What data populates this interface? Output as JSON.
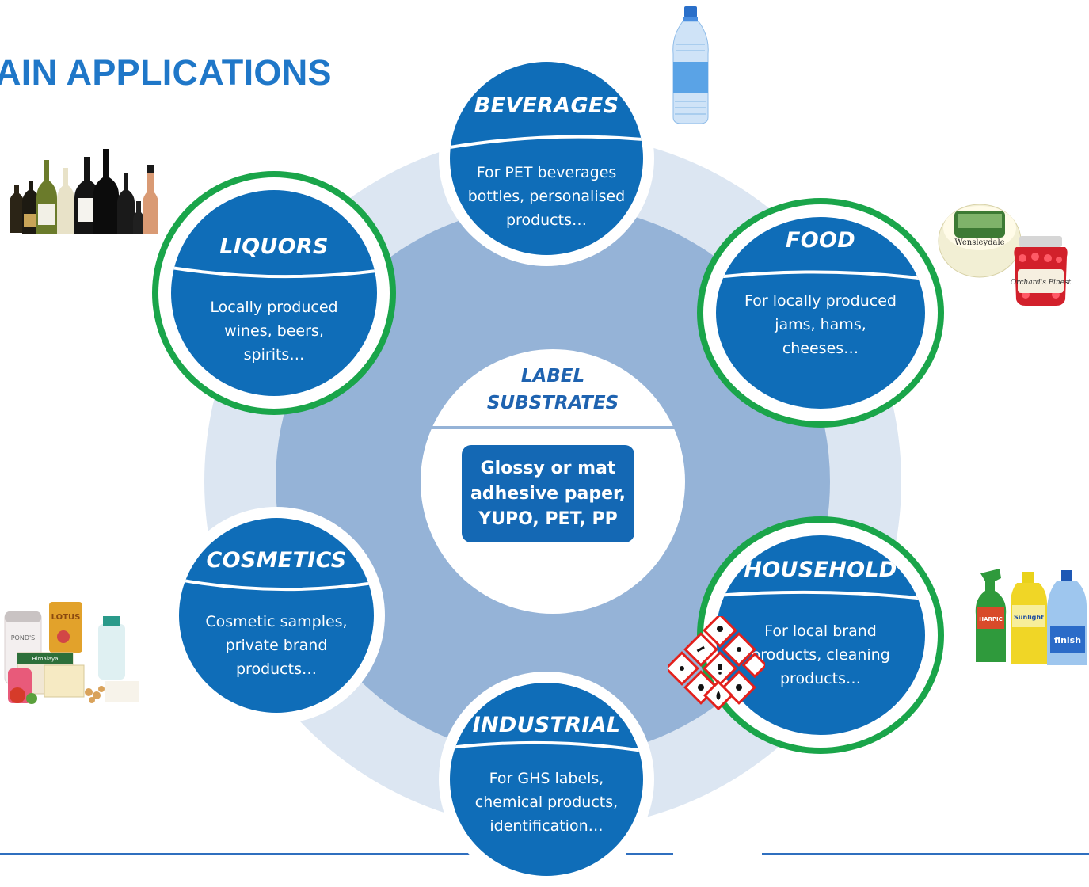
{
  "title": "AIN APPLICATIONS",
  "colors": {
    "title": "#1f77c8",
    "node_fill": "#0f6db8",
    "highlight_ring": "#1aa54a",
    "outer_ring": "#dce6f2",
    "inner_ring": "#95b3d7",
    "center_box": "#1468b4"
  },
  "center": {
    "title": "LABEL\nSUBSTRATES",
    "text": "Glossy or mat\nadhesive paper,\nYUPO, PET, PP"
  },
  "nodes": {
    "beverages": {
      "title": "BEVERAGES",
      "desc": "For PET beverages\nbottles, personalised\nproducts…",
      "highlighted": false
    },
    "liquors": {
      "title": "LIQUORS",
      "desc": "Locally produced\nwines, beers,\nspirits…",
      "highlighted": true
    },
    "food": {
      "title": "FOOD",
      "desc": "For locally produced\njams, hams,\ncheeses…",
      "highlighted": true
    },
    "cosmetics": {
      "title": "COSMETICS",
      "desc": "Cosmetic samples,\nprivate brand\nproducts…",
      "highlighted": false
    },
    "household": {
      "title": "HOUSEHOLD",
      "desc": "For local brand\nproducts, cleaning\nproducts…",
      "highlighted": true
    },
    "industrial": {
      "title": "INDUSTRIAL",
      "desc": "For GHS labels,\nchemical products,\nidentification…",
      "highlighted": false
    }
  },
  "images": {
    "beverages": "water-bottle-image",
    "liquors": "wine-bottles-image",
    "food": "cheese-and-jam-image",
    "food_labels": [
      "Wensleydale",
      "Orchard's Finest"
    ],
    "cosmetics": "cosmetics-products-image",
    "cosmetics_labels": [
      "POND'S",
      "LOTUS",
      "Himalaya"
    ],
    "household": "cleaning-products-image",
    "household_labels": [
      "HARPIC",
      "Sunlight",
      "finish"
    ],
    "industrial": "ghs-hazard-pictograms-image"
  }
}
